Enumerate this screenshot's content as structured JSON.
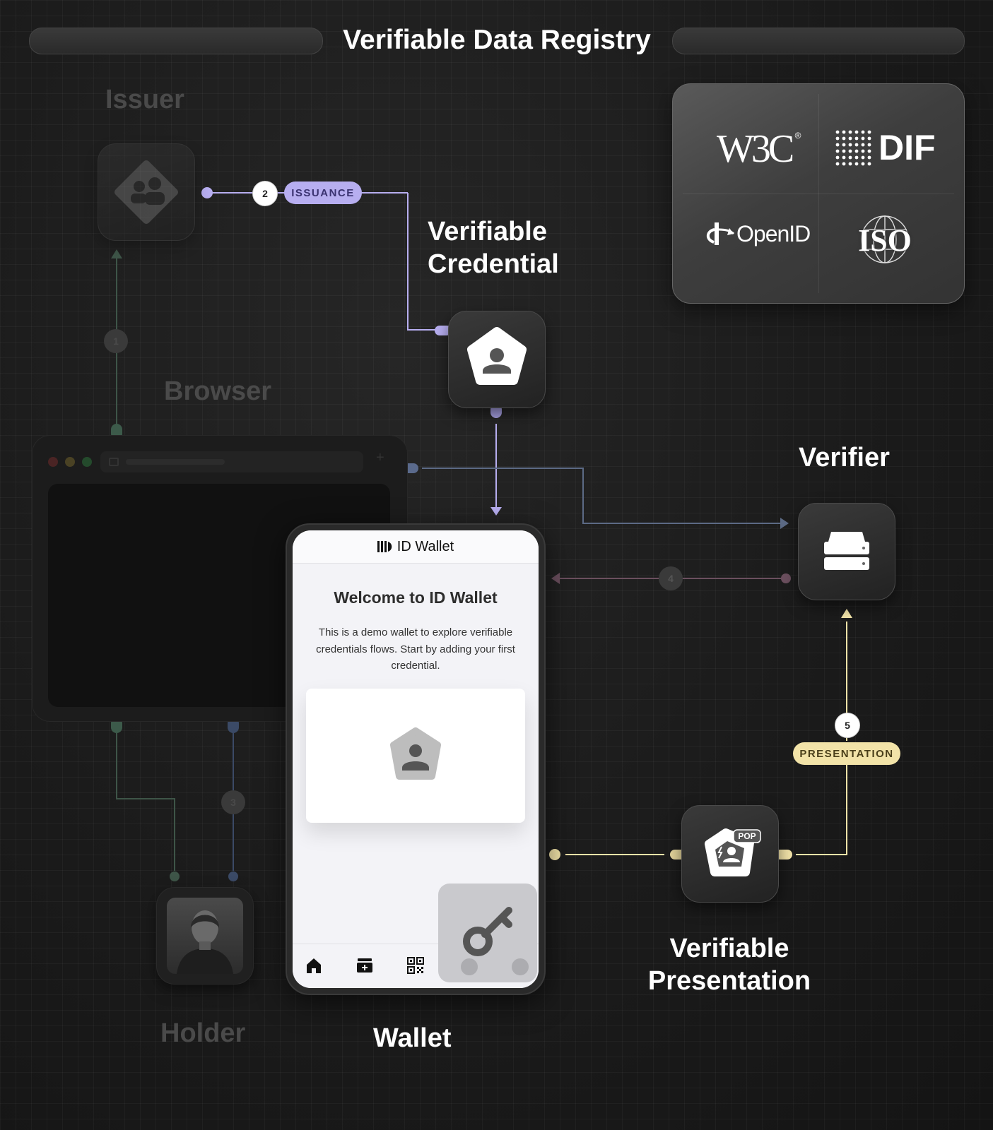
{
  "header": {
    "title": "Verifiable Data Registry"
  },
  "labels": {
    "issuer": "Issuer",
    "browser": "Browser",
    "holder": "Holder",
    "verifiable_credential": [
      "Verifiable",
      "Credential"
    ],
    "verifier": "Verifier",
    "wallet": "Wallet",
    "verifiable_presentation": [
      "Verifiable",
      "Presentation"
    ]
  },
  "standards": {
    "w3c": "W3C",
    "w3c_mark": "®",
    "dif": "DIF",
    "openid": "OpenID",
    "iso": "ISO"
  },
  "flows": {
    "issuance": {
      "step": "2",
      "label": "ISSUANCE"
    },
    "presentation": {
      "step": "5",
      "label": "PRESENTATION"
    },
    "step_issuer": "1",
    "step_holder": "3",
    "step_verifier": "4"
  },
  "wallet_app": {
    "app_name": "ID Wallet",
    "welcome_title": "Welcome to ID Wallet",
    "description_lines": [
      "This is a demo wallet to explore verifiable",
      "credentials flows. Start by adding your first",
      "credential."
    ],
    "pop_badge": "POP"
  },
  "colors": {
    "issuance": "#b7aef0",
    "presentation": "#f2e3a8",
    "verifier_link": "#6a7a99",
    "holder_link": "#4f6a5c",
    "back_link": "#6b4f5e"
  }
}
